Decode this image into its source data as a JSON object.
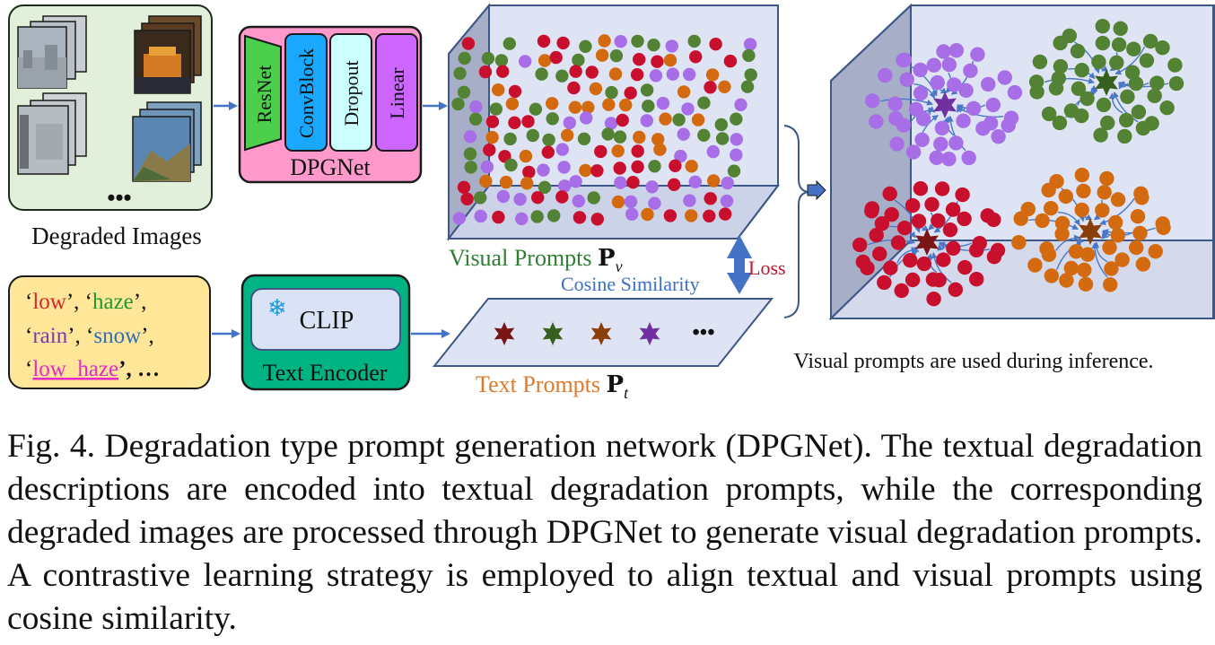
{
  "degraded_images": {
    "ellipsis": "•••",
    "label": "Degraded Images"
  },
  "dpgnet": {
    "resnet": "ResNet",
    "convblock": "ConvBlock",
    "dropout": "Dropout",
    "linear": "Linear",
    "label": "DPGNet"
  },
  "text_input": {
    "line1": [
      {
        "text": "‘",
        "color": "#111111"
      },
      {
        "text": "low",
        "color": "#d9262c"
      },
      {
        "text": "’,    ‘",
        "color": "#111111"
      },
      {
        "text": "haze",
        "color": "#1f9a2e"
      },
      {
        "text": "’,",
        "color": "#111111"
      }
    ],
    "line2": [
      {
        "text": "‘",
        "color": "#111111"
      },
      {
        "text": "rain",
        "color": "#7a3bb0"
      },
      {
        "text": "’,  ‘",
        "color": "#111111"
      },
      {
        "text": "snow",
        "color": "#2f6fb5"
      },
      {
        "text": "’,",
        "color": "#111111"
      }
    ],
    "line3": [
      {
        "text": "‘",
        "color": "#111111"
      },
      {
        "text": "low_haze",
        "color": "#e629c8"
      },
      {
        "text": "’, …",
        "color": "#111111"
      }
    ]
  },
  "clip": {
    "label": "CLIP",
    "snowflake": "❄",
    "icon": "snowflake-icon",
    "encoder_label": "Text Encoder"
  },
  "visual_prompts": {
    "text": "Visual Prompts ",
    "symbol": "P",
    "subscript": "v"
  },
  "text_prompts": {
    "text": "Text Prompts ",
    "symbol": "P",
    "subscript": "t",
    "ellipsis": "•••"
  },
  "loss_label": "Loss",
  "cosine_label": "Cosine Similarity",
  "inference_label": "Visual prompts are used during inference.",
  "caption": "Fig. 4.  Degradation type prompt generation network (DPGNet). The textual degradation descriptions are encoded into textual degradation prompts, while the corresponding degraded images are processed through DPGNet to generate visual degradation prompts. A contrastive learning strategy is employed to align textual and visual prompts using cosine similarity.",
  "colors": {
    "red": "#c8102e",
    "green": "#548235",
    "orange": "#d46a10",
    "purple": "#a86ee8",
    "star_red": "#7b1414",
    "star_green": "#37601f",
    "star_orange": "#8a3f0a",
    "star_purple": "#7030a0",
    "cube_face": "#dfe4f4",
    "cube_side": "#a7afc8",
    "arrow_blue": "#4472c4",
    "loss_red": "#c0152a",
    "visual_green": "#2e7d32",
    "text_orange": "#e0792a",
    "cosine_blue": "#3d6fc1"
  }
}
